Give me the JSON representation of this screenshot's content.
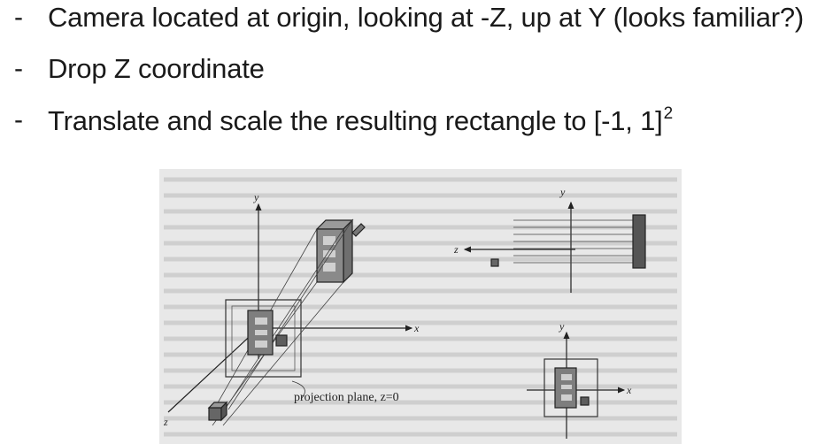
{
  "bullets": [
    {
      "marker": "-",
      "text": "Camera located at origin, looking at -Z, up at Y (looks familiar?)"
    },
    {
      "marker": "-",
      "text": "Drop Z coordinate"
    },
    {
      "marker": "-",
      "text": "Translate and scale the resulting rectangle to [-1, 1]",
      "superscript": "2"
    }
  ],
  "figure": {
    "caption": "projection plane, z=0",
    "axis_x": "x",
    "axis_y": "y",
    "axis_z": "z"
  }
}
